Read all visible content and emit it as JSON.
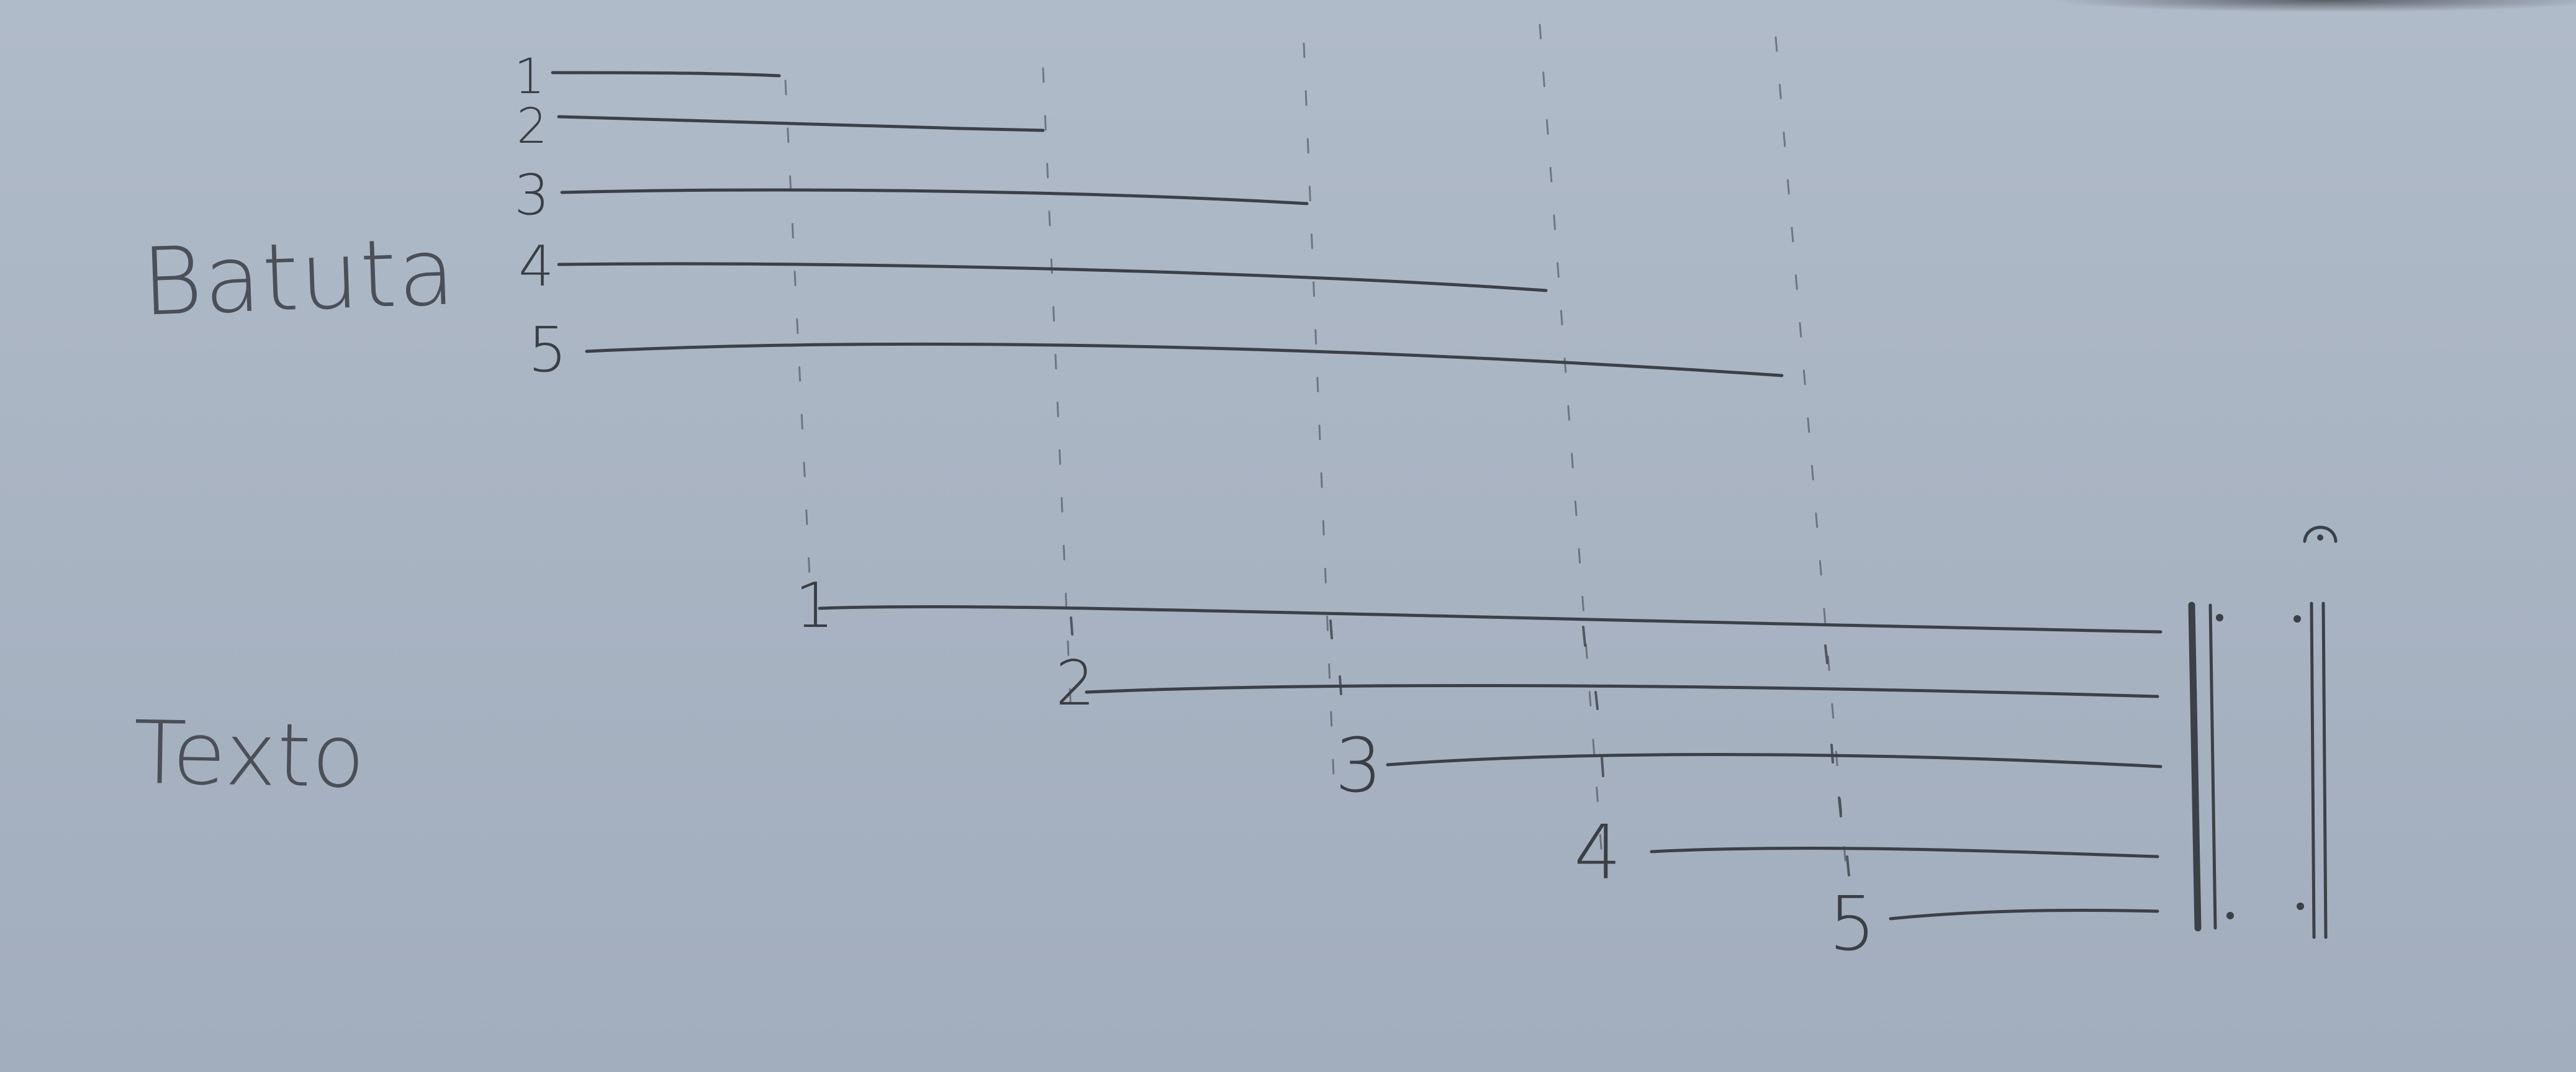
{
  "labels": {
    "batuta": "Batuta",
    "texto": "Texto"
  },
  "batuta_numbers": [
    "1",
    "2",
    "3",
    "4",
    "5"
  ],
  "texto_numbers": [
    "1",
    "2",
    "3",
    "4",
    "5"
  ],
  "colors": {
    "paper": "#a9b4c3",
    "pencil": "#3c4047"
  },
  "symbols": {
    "fermata": "fermata-icon",
    "repeat_barline": "repeat-barline-icon",
    "final_barline": "final-barline-icon"
  }
}
